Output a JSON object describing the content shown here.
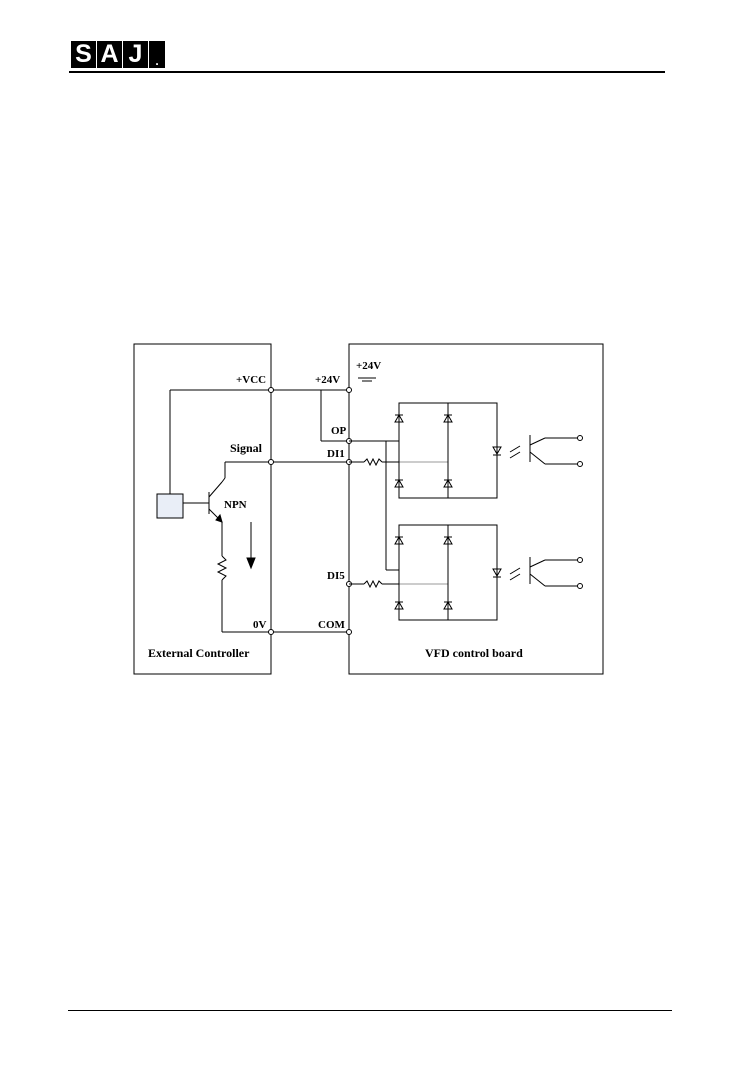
{
  "header": {
    "logo_text": "SAJ"
  },
  "diagram": {
    "ext_panel_label": "External Controller",
    "vfd_panel_label": "VFD control board",
    "ext_terminals": {
      "vcc": "+VCC",
      "signal": "Signal",
      "zero_v": "0V"
    },
    "transistor_label": "NPN",
    "vfd_terminals": {
      "p24": "+24V",
      "op": "OP",
      "di1": "DI1",
      "di5": "DI5",
      "com": "COM"
    },
    "supply_label": "+24V"
  }
}
